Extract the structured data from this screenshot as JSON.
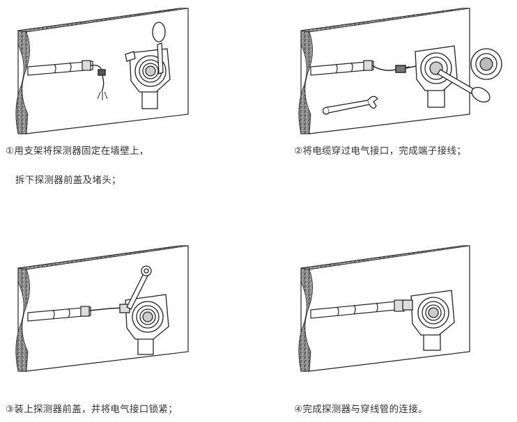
{
  "steps": [
    {
      "caption_line1": "①用支架将探测器固定在墙壁上，",
      "caption_line2": "拆下探测器前盖及堵头；"
    },
    {
      "caption_line1": "②将电缆穿过电气接口，完成端子接线；"
    },
    {
      "caption_line1": "③装上探测器前盖，并将电气接口锁紧；"
    },
    {
      "caption_line1": "④完成探测器与穿线管的连接。"
    }
  ],
  "colors": {
    "line": "#222222",
    "wall_texture": "#6f6f6f",
    "caption_text": "#333333"
  },
  "icons": [
    "wall-panel",
    "conduit-pipe",
    "cable",
    "gas-detector",
    "front-cover",
    "wrench",
    "screwdriver"
  ]
}
